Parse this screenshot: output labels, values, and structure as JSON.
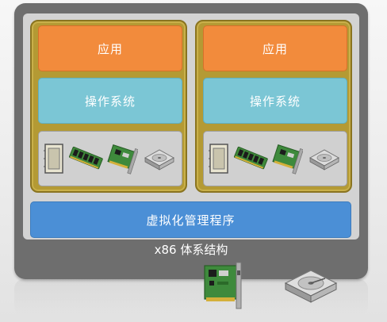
{
  "diagram": {
    "vms": [
      {
        "app_label": "应用",
        "os_label": "操作系统",
        "hardware_icons": [
          "cpu-icon",
          "memory-module-icon",
          "network-card-icon",
          "hard-drive-icon"
        ]
      },
      {
        "app_label": "应用",
        "os_label": "操作系统",
        "hardware_icons": [
          "cpu-icon",
          "memory-module-icon",
          "network-card-icon",
          "hard-drive-icon"
        ]
      }
    ],
    "hypervisor_label": "虚拟化管理程序",
    "architecture_label": "x86 体系结构",
    "external_hardware_icons": [
      "network-card-icon",
      "hard-drive-icon"
    ]
  },
  "colors": {
    "host_frame": "#6e6e6e",
    "inner_panel": "#d3d3d3",
    "vm_border": "#b49a34",
    "application_layer": "#f28b3c",
    "os_layer": "#7bc6d5",
    "hypervisor_layer": "#4b8fd6",
    "hardware_layer": "#d0d0d0"
  }
}
